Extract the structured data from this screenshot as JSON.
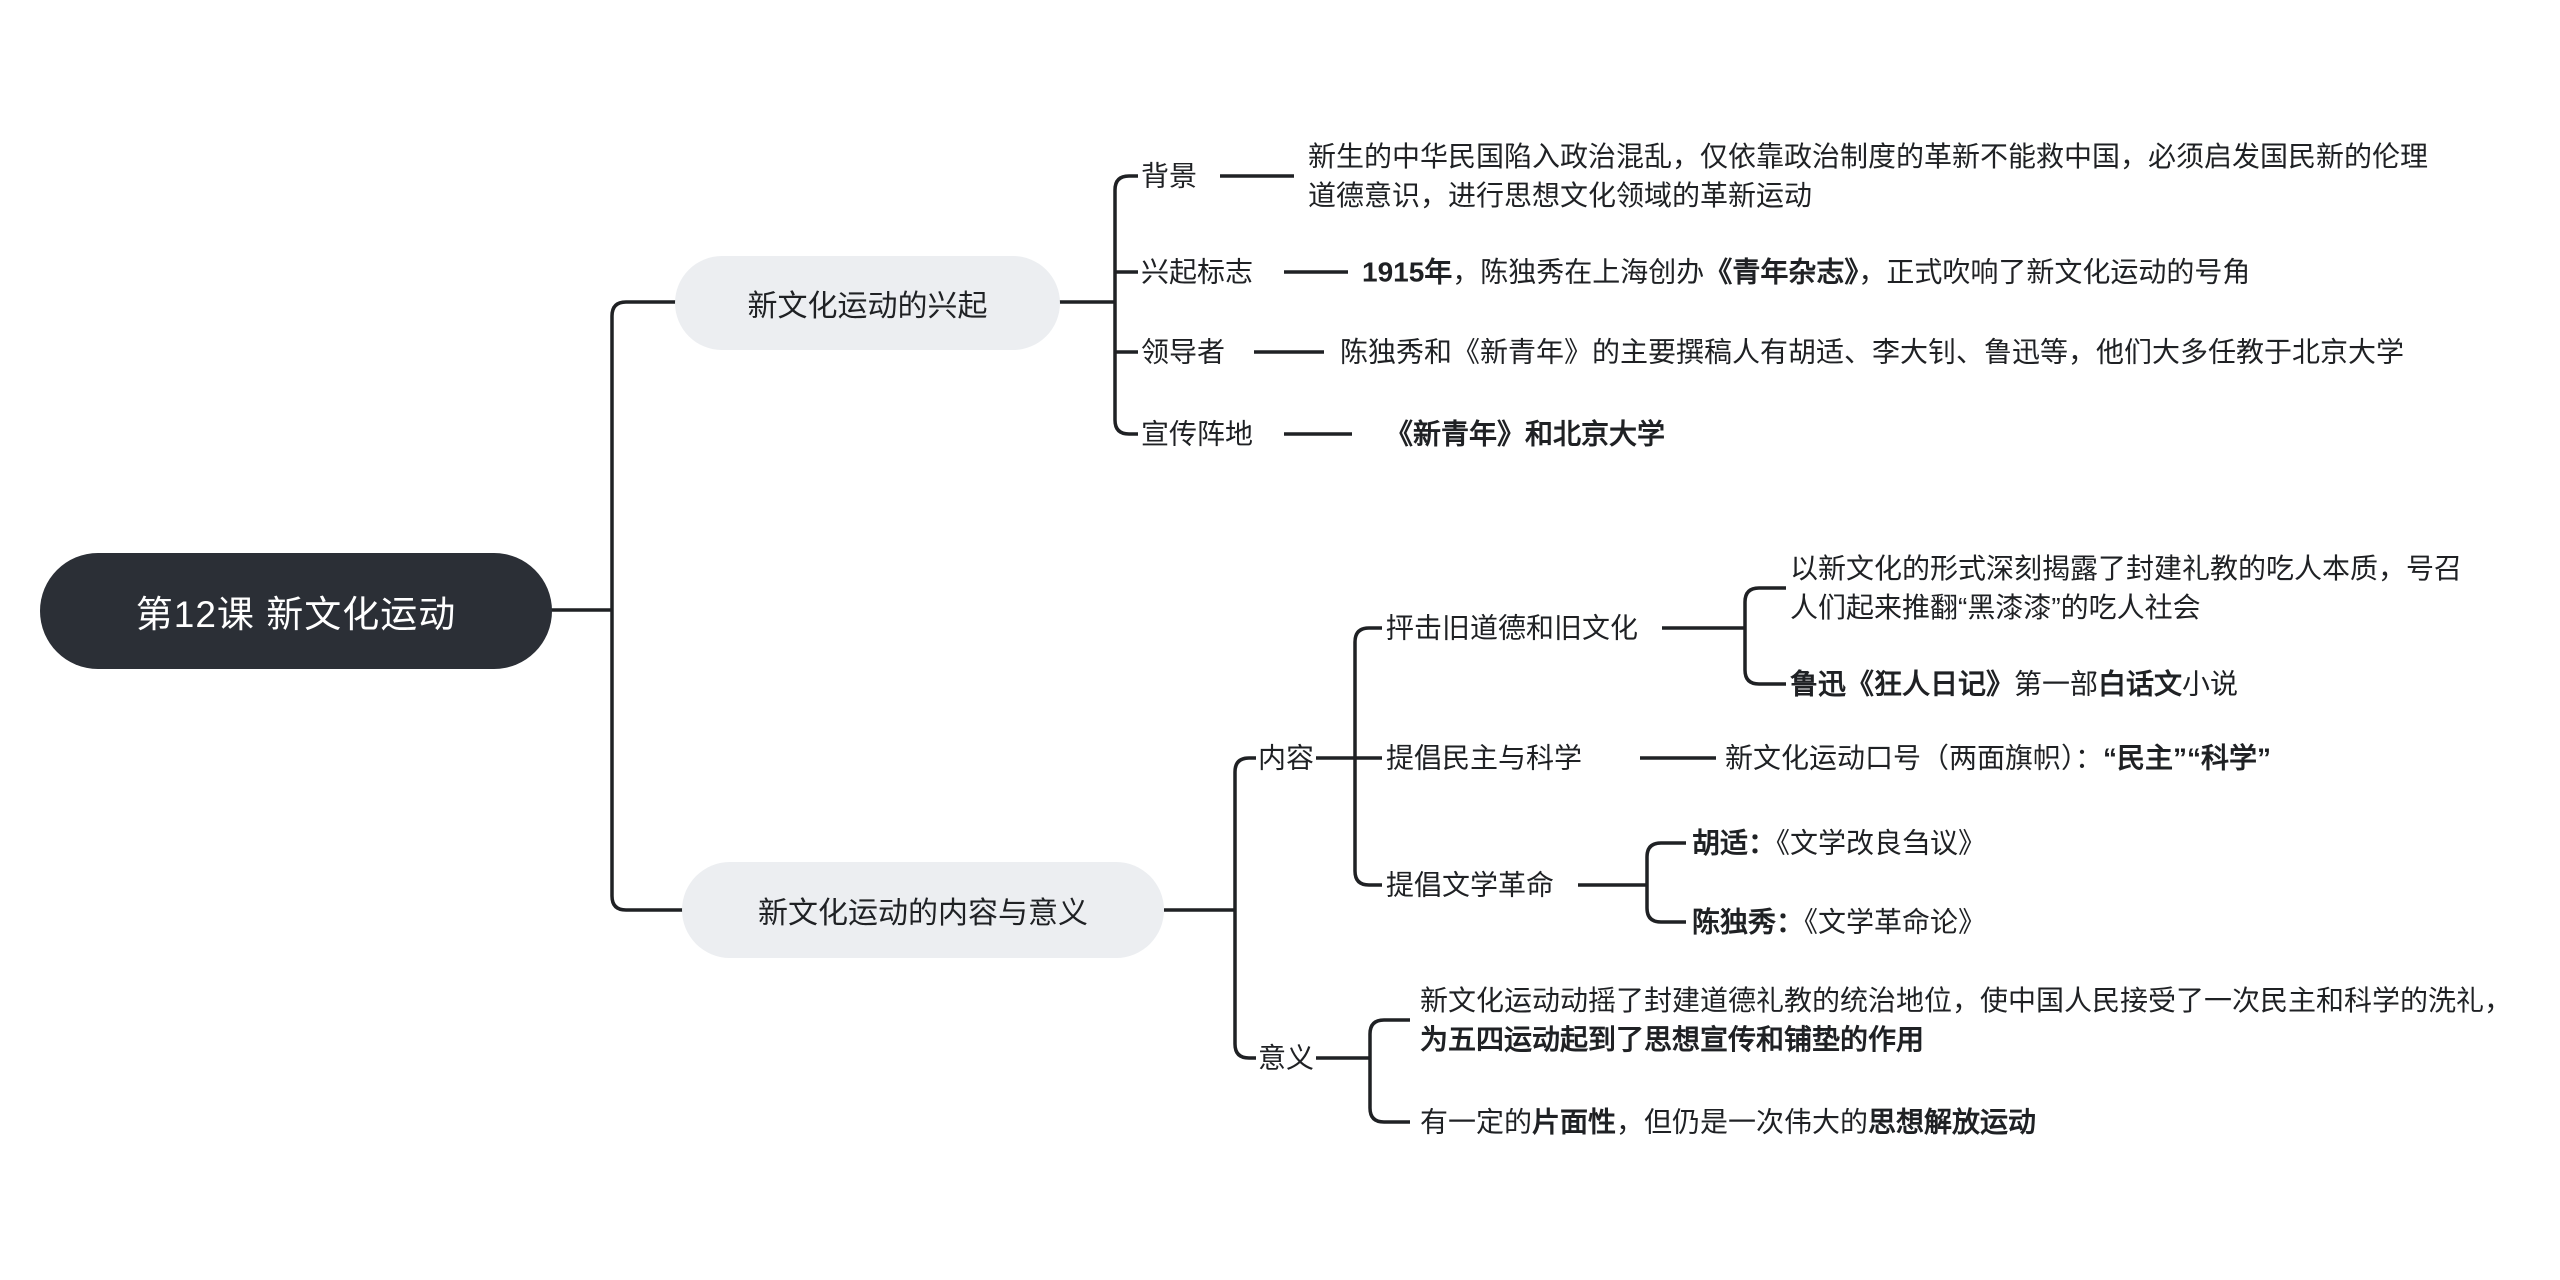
{
  "colors": {
    "canvas_bg": "#ffffff",
    "root_bg": "#2b2f36",
    "root_text": "#ffffff",
    "branch_bg": "#eceef1",
    "text": "#1f2124",
    "line": "#1f2124"
  },
  "map": {
    "root": "第12课 新文化运动",
    "b1": {
      "label": "新文化运动的兴起",
      "rows": {
        "background": {
          "label": "背景",
          "text": [
            {
              "t": "新生的中华民国陷入政治混乱，仅依靠政治制度的革新不能救中国，必须启发国民新的伦理",
              "b": false
            },
            {
              "t": "\n"
            },
            {
              "t": "道德意识，进行思想文化领域的革新运动",
              "b": false
            }
          ]
        },
        "marker": {
          "label": "兴起标志",
          "text": [
            {
              "t": "1915年",
              "b": true
            },
            {
              "t": "，陈独秀在上海创办",
              "b": false
            },
            {
              "t": "《青年杂志》",
              "b": true
            },
            {
              "t": "，正式吹响了新文化运动的号角",
              "b": false
            }
          ]
        },
        "leaders": {
          "label": "领导者",
          "text": [
            {
              "t": "陈独秀和《新青年》的主要撰稿人有胡适、李大钊、鲁迅等，他们大多任教于北京大学",
              "b": false
            }
          ]
        },
        "position": {
          "label": "宣传阵地",
          "text": [
            {
              "t": "《新青年》和北京大学",
              "b": true
            }
          ]
        }
      }
    },
    "b2": {
      "label": "新文化运动的内容与意义",
      "content": {
        "label": "内容",
        "critique": {
          "label": "抨击旧道德和旧文化",
          "child1": [
            {
              "t": "以新文化的形式深刻揭露了封建礼教的吃人本质，号召",
              "b": false
            },
            {
              "t": "\n"
            },
            {
              "t": "人们起来推翻“黑漆漆”的吃人社会",
              "b": false
            }
          ],
          "child2": [
            {
              "t": "鲁迅《狂人日记》",
              "b": true
            },
            {
              "t": "第一部",
              "b": false
            },
            {
              "t": "白话文",
              "b": true
            },
            {
              "t": "小说",
              "b": false
            }
          ]
        },
        "democracy": {
          "label": "提倡民主与科学",
          "text": [
            {
              "t": "新文化运动口号（两面旗帜）：",
              "b": false
            },
            {
              "t": "“民主”“科学”",
              "b": true
            }
          ]
        },
        "literature": {
          "label": "提倡文学革命",
          "child1": [
            {
              "t": "胡适：",
              "b": true
            },
            {
              "t": "《文学改良刍议》",
              "b": false
            }
          ],
          "child2": [
            {
              "t": "陈独秀：",
              "b": true
            },
            {
              "t": "《文学革命论》",
              "b": false
            }
          ]
        }
      },
      "meaning": {
        "label": "意义",
        "child1": [
          {
            "t": "新文化运动动摇了封建道德礼教的统治地位，使中国人民接受了一次民主和科学的洗礼，",
            "b": false
          },
          {
            "t": "\n"
          },
          {
            "t": "为五四运动起到了思想宣传和铺垫的作用",
            "b": true
          }
        ],
        "child2": [
          {
            "t": "有一定的",
            "b": false
          },
          {
            "t": "片面性",
            "b": true
          },
          {
            "t": "，但仍是一次伟大的",
            "b": false
          },
          {
            "t": "思想解放运动",
            "b": true
          }
        ]
      }
    }
  }
}
